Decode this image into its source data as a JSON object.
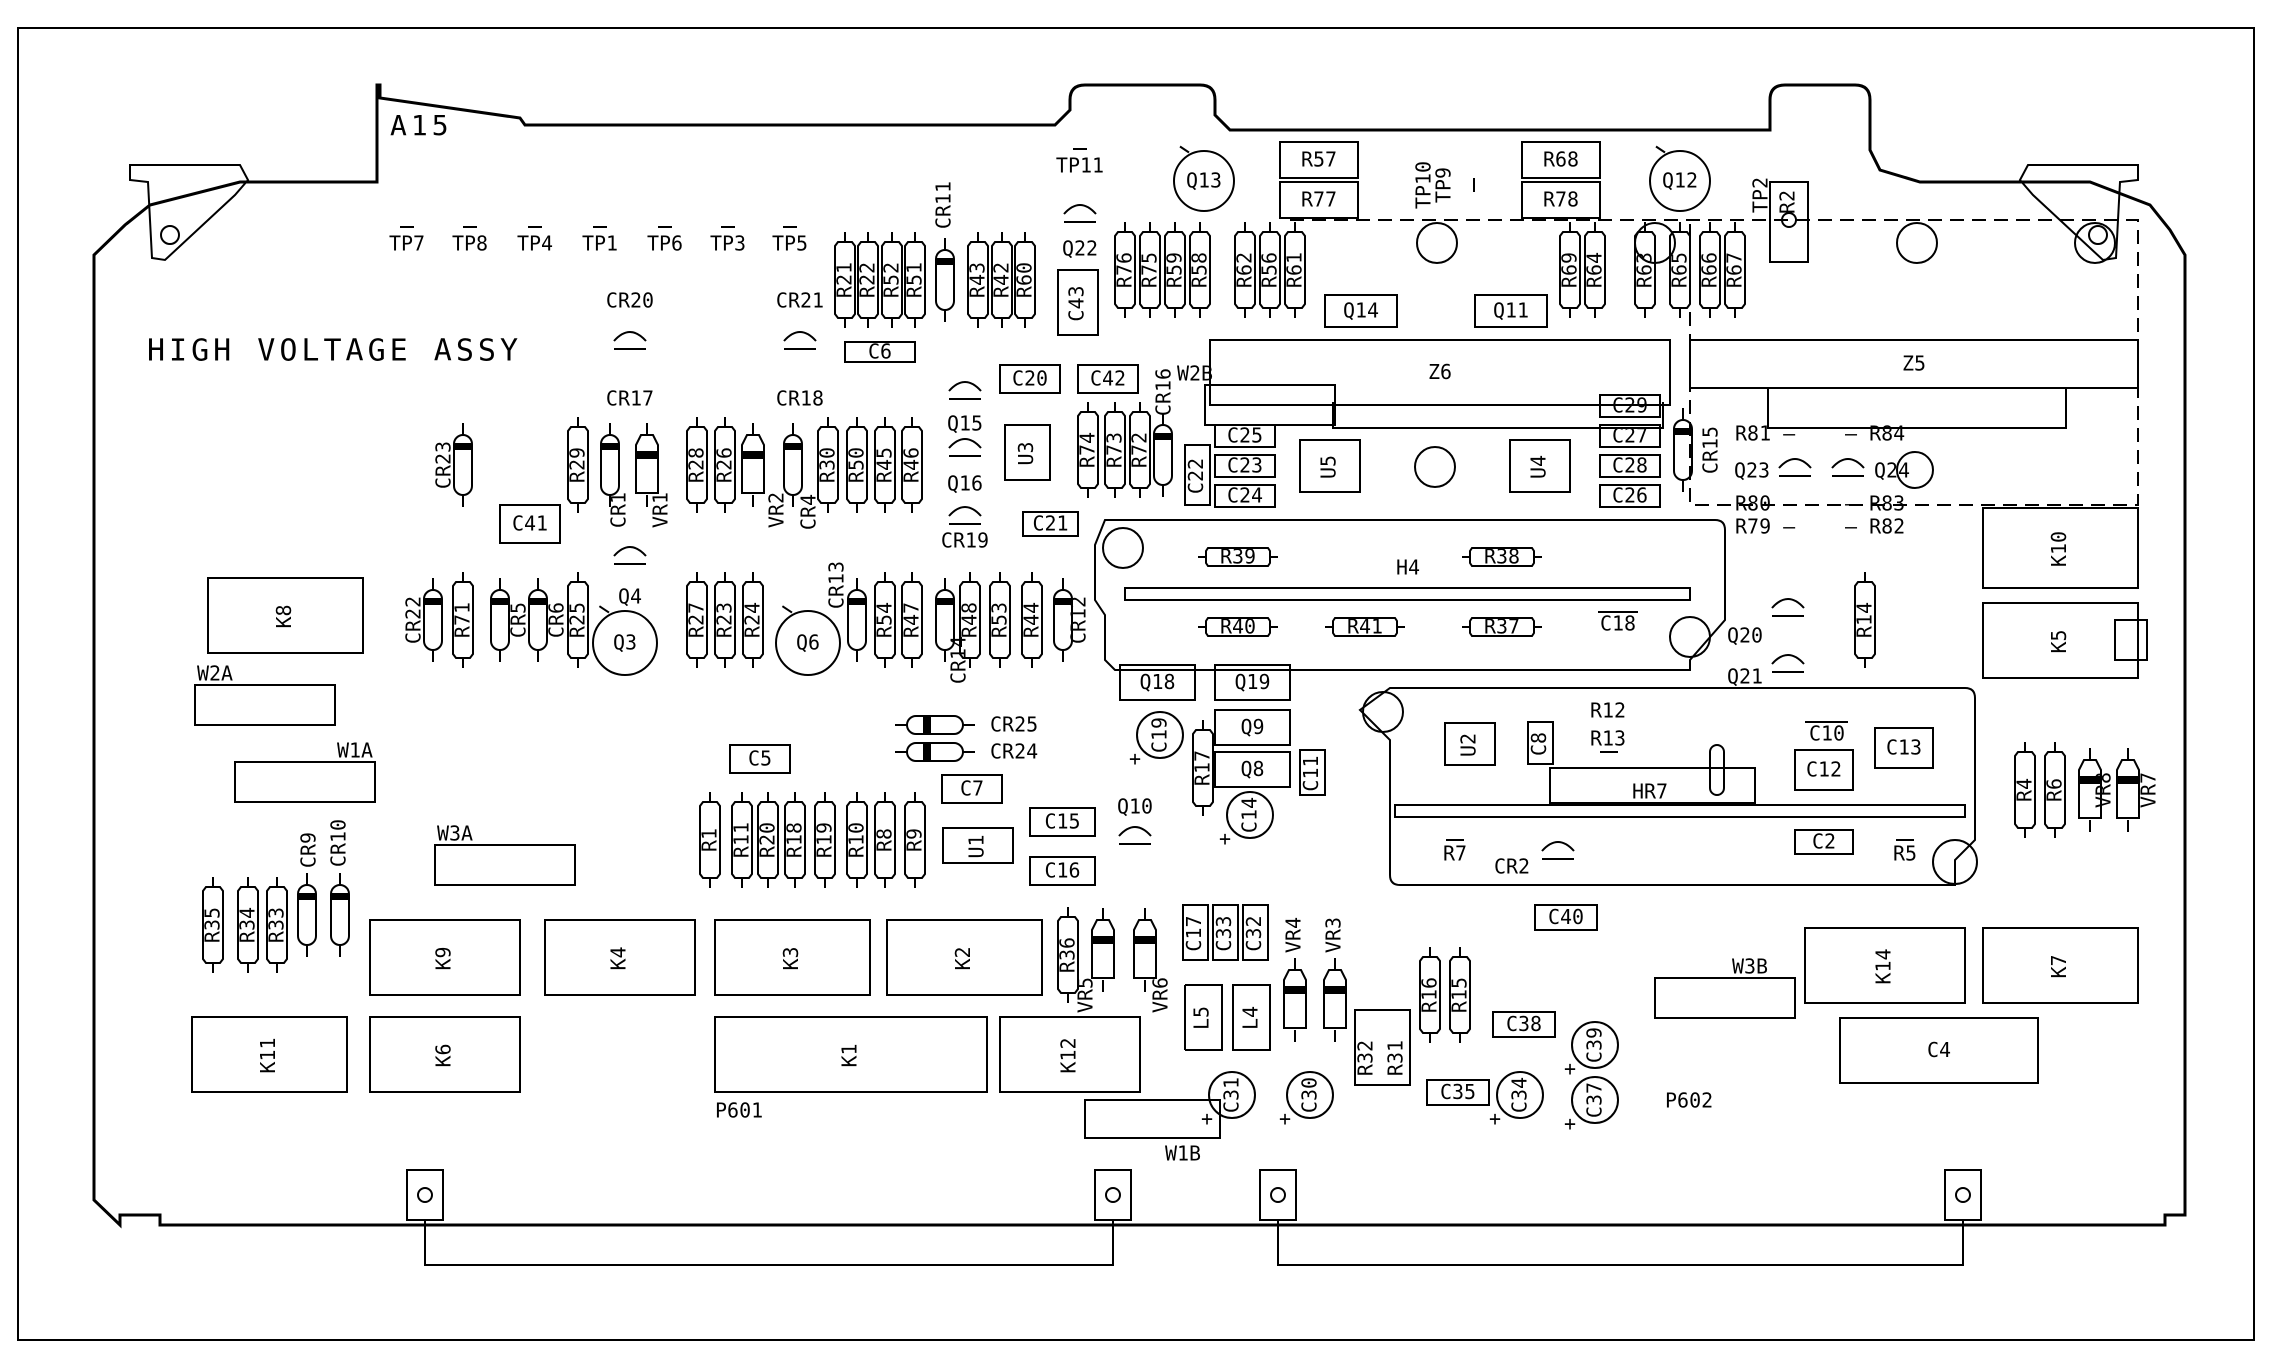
{
  "board": {
    "ref": "A15",
    "title": "HIGH VOLTAGE ASSY"
  },
  "connectors": {
    "p601": "P601",
    "p602": "P602"
  },
  "test_points": [
    "TP7",
    "TP8",
    "TP4",
    "TP1",
    "TP6",
    "TP3",
    "TP5",
    "TP11",
    "TP10",
    "TP9",
    "TP2"
  ],
  "resistors": [
    "R1",
    "R2",
    "R4",
    "R5",
    "R6",
    "R7",
    "R8",
    "R9",
    "R10",
    "R11",
    "R12",
    "R13",
    "R14",
    "R15",
    "R16",
    "R17",
    "R18",
    "R19",
    "R20",
    "R21",
    "R22",
    "R23",
    "R24",
    "R25",
    "R26",
    "R27",
    "R28",
    "R29",
    "R30",
    "R31",
    "R32",
    "R33",
    "R34",
    "R35",
    "R36",
    "R37",
    "R38",
    "R39",
    "R40",
    "R41",
    "R42",
    "R43",
    "R44",
    "R45",
    "R46",
    "R47",
    "R48",
    "R50",
    "R51",
    "R52",
    "R53",
    "R54",
    "R56",
    "R57",
    "R58",
    "R59",
    "R60",
    "R61",
    "R62",
    "R63",
    "R64",
    "R65",
    "R66",
    "R67",
    "R68",
    "R69",
    "R71",
    "R72",
    "R73",
    "R74",
    "R75",
    "R76",
    "R77",
    "R78",
    "R79",
    "R80",
    "R81",
    "R82",
    "R83",
    "R84"
  ],
  "capacitors": [
    "C2",
    "C4",
    "C5",
    "C6",
    "C7",
    "C8",
    "C10",
    "C11",
    "C12",
    "C13",
    "C14",
    "C15",
    "C16",
    "C17",
    "C18",
    "C19",
    "C20",
    "C21",
    "C22",
    "C23",
    "C24",
    "C25",
    "C26",
    "C27",
    "C28",
    "C29",
    "C30",
    "C31",
    "C32",
    "C33",
    "C34",
    "C35",
    "C37",
    "C38",
    "C39",
    "C40",
    "C41",
    "C42",
    "C43"
  ],
  "diodes": [
    "CR1",
    "CR2",
    "CR4",
    "CR5",
    "CR6",
    "CR9",
    "CR10",
    "CR11",
    "CR12",
    "CR13",
    "CR14",
    "CR15",
    "CR16",
    "CR17",
    "CR18",
    "CR19",
    "CR20",
    "CR21",
    "CR22",
    "CR23",
    "CR24",
    "CR25"
  ],
  "zeners": [
    "VR1",
    "VR2",
    "VR3",
    "VR4",
    "VR5",
    "VR6",
    "VR7",
    "VR8"
  ],
  "transistors": [
    "Q3",
    "Q4",
    "Q6",
    "Q8",
    "Q9",
    "Q10",
    "Q11",
    "Q12",
    "Q13",
    "Q14",
    "Q15",
    "Q16",
    "Q18",
    "Q19",
    "Q20",
    "Q21",
    "Q22",
    "Q23",
    "Q24"
  ],
  "ics": [
    "U1",
    "U2",
    "U3",
    "U4",
    "U5"
  ],
  "relays": [
    "K1",
    "K2",
    "K3",
    "K4",
    "K5",
    "K6",
    "K7",
    "K8",
    "K9",
    "K10",
    "K11",
    "K12",
    "K14"
  ],
  "other": [
    "Z5",
    "Z6",
    "H4",
    "HR7",
    "L4",
    "L5",
    "W1A",
    "W1B",
    "W2A",
    "W2B",
    "W3A",
    "W3B"
  ]
}
